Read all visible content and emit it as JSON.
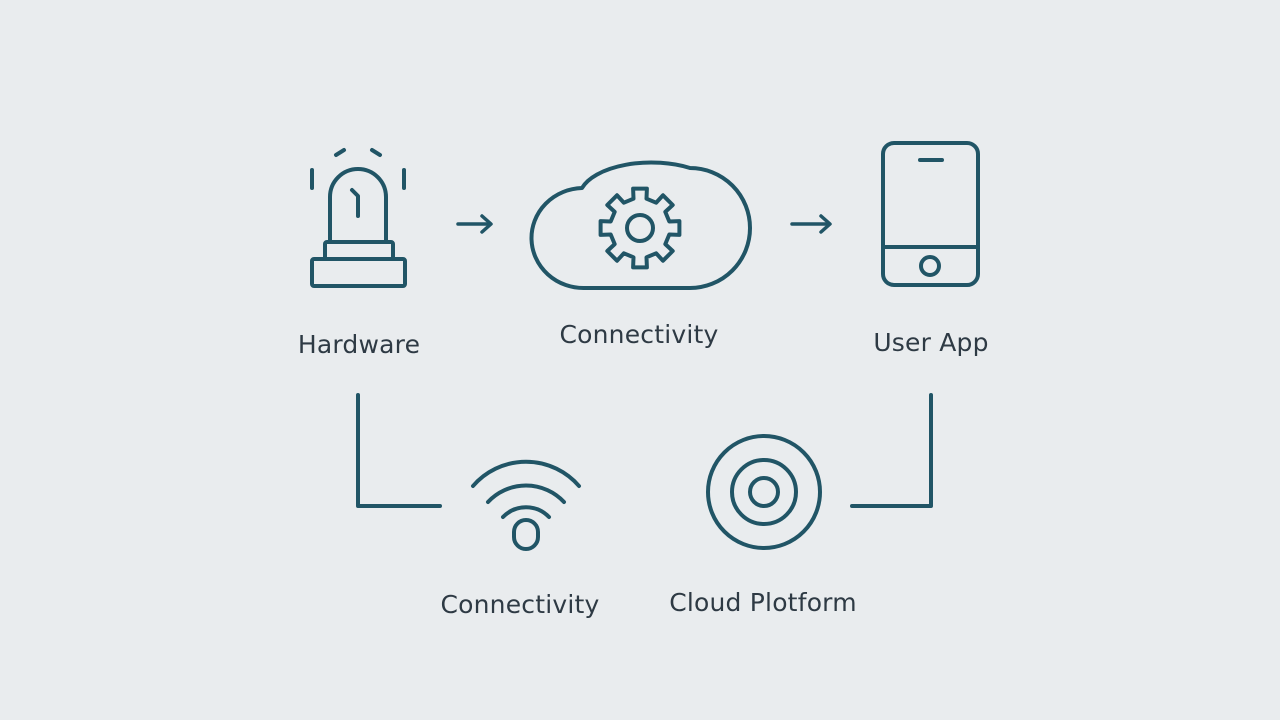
{
  "colors": {
    "background": "#e9ecee",
    "stroke": "#215566",
    "text": "#2e3a44"
  },
  "nodes": [
    {
      "id": "hardware",
      "label": "Hardware",
      "icon": "alarm-beacon-icon"
    },
    {
      "id": "connectivity-cloud",
      "label": "Connectivity",
      "icon": "cloud-gear-icon"
    },
    {
      "id": "user-app",
      "label": "User App",
      "icon": "smartphone-icon"
    },
    {
      "id": "connectivity-wifi",
      "label": "Connectivity",
      "icon": "wifi-icon"
    },
    {
      "id": "cloud-platform",
      "label": "Cloud Plotform",
      "icon": "target-rings-icon"
    }
  ],
  "edges": [
    {
      "from": "hardware",
      "to": "connectivity-cloud",
      "style": "arrow"
    },
    {
      "from": "connectivity-cloud",
      "to": "user-app",
      "style": "arrow"
    },
    {
      "from": "hardware",
      "to": "connectivity-wifi",
      "style": "elbow-line"
    },
    {
      "from": "user-app",
      "to": "cloud-platform",
      "style": "elbow-line"
    }
  ]
}
